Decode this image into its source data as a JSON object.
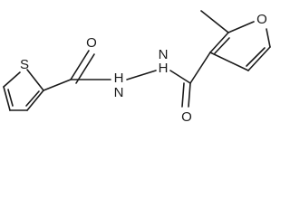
{
  "molecule": {
    "atom_labels": {
      "thiophene_sulfur": "S",
      "carbonyl_oxygen_left": "O",
      "hydrazide_nh_left": "H",
      "hydrazide_n_left": "N",
      "hydrazide_n_right": "N",
      "hydrazide_nh_right": "H",
      "carbonyl_oxygen_right": "O",
      "furan_oxygen": "O"
    },
    "colors": {
      "bond": "#1a1a1a",
      "label": "#1a1a1a",
      "background": "#ffffff"
    }
  }
}
